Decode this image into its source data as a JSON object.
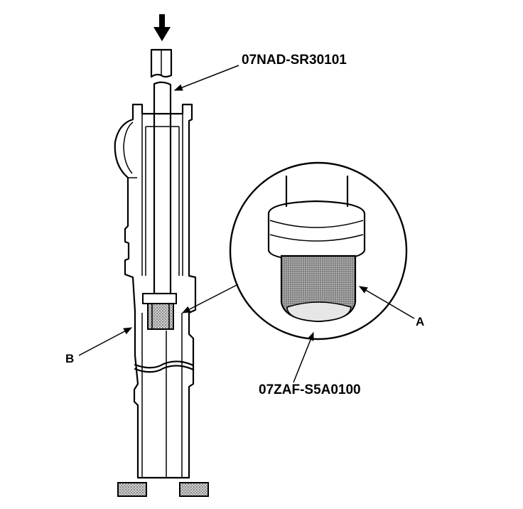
{
  "labels": {
    "tool_top": "07NAD-SR30101",
    "tool_bottom": "07ZAF-S5A0100",
    "part_a": "A",
    "part_b": "B"
  },
  "colors": {
    "line": "#000000",
    "hatch": "#9a9a9a",
    "background": "#ffffff"
  },
  "icons": {
    "press_direction": "down-arrow-icon"
  }
}
